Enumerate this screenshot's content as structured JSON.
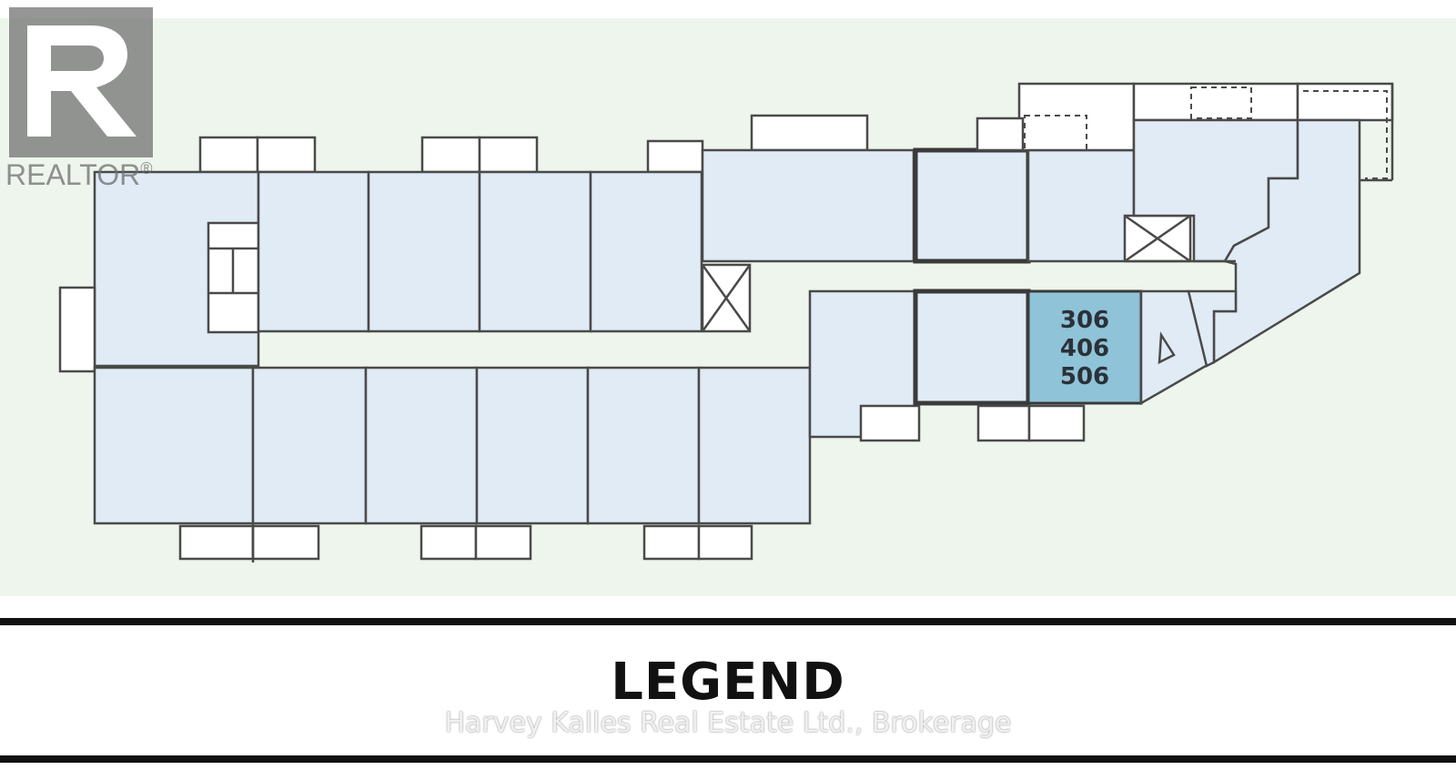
{
  "plan": {
    "highlighted_unit": {
      "lines": [
        "306",
        "406",
        "506"
      ]
    }
  },
  "legend": {
    "title": "LEGEND"
  },
  "watermark": {
    "text": "Harvey Kalles Real Estate Ltd., Brokerage"
  },
  "logo": {
    "name": "REALTOR",
    "mark": "®"
  },
  "colors": {
    "background": "#edf5ec",
    "unit_fill": "#e0ebf5",
    "highlight_fill": "#8fc3d8",
    "walls": "#4a4a4a"
  }
}
